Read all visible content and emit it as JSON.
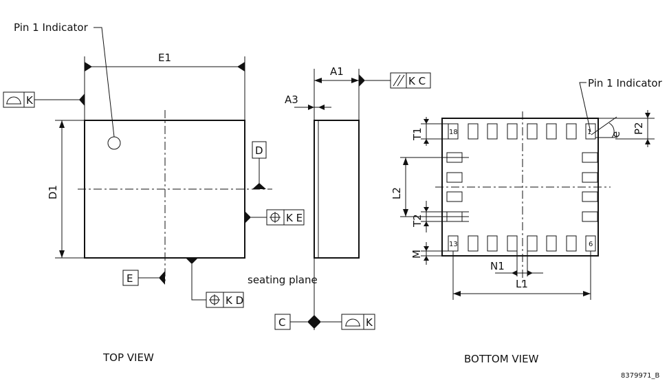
{
  "views": {
    "top": "TOP VIEW",
    "bottom": "BOTTOM VIEW"
  },
  "callouts": {
    "pin1_top": "Pin 1 Indicator",
    "pin1_bottom": "Pin 1 Indicator",
    "seating_plane": "seating plane"
  },
  "dimensions": {
    "E1": "E1",
    "D1": "D1",
    "A1": "A1",
    "A3": "A3",
    "T1": "T1",
    "T2": "T2",
    "L2": "L2",
    "M": "M",
    "N1": "N1",
    "L1": "L1",
    "P2": "P2",
    "e": "e"
  },
  "datums": {
    "D": "D",
    "E": "E",
    "C": "C"
  },
  "tolerance_frames": {
    "profile_k": "K",
    "parallel_kc": "K C",
    "position_ke": "K E",
    "position_kd": "K D",
    "profile_k_bottom": "K"
  },
  "pins": {
    "first": "1",
    "corner_top_left": "18",
    "corner_bottom_left": "13",
    "corner_bottom_right": "6"
  },
  "figure_id": "8379971_B"
}
